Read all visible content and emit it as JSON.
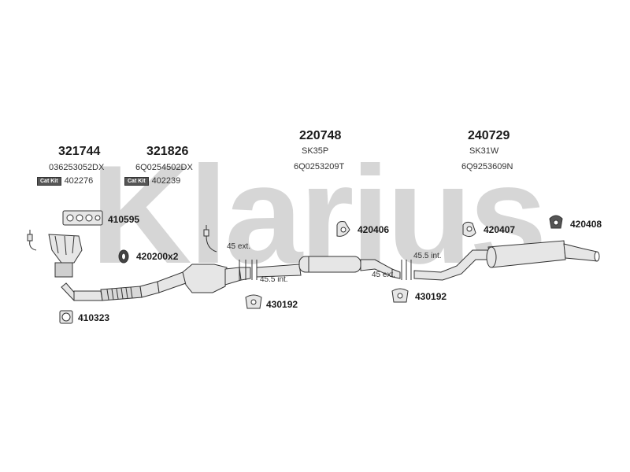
{
  "watermark": {
    "text": "Klarius",
    "color": "#d4d4d4"
  },
  "groups": [
    {
      "id": "g1",
      "number": "321744",
      "sub": "036253052DX",
      "cat_badge": "Cat Kit",
      "cat_no": "402276"
    },
    {
      "id": "g2",
      "number": "321826",
      "sub": "6Q0254502DX",
      "cat_badge": "Cat Kit",
      "cat_no": "402239"
    },
    {
      "id": "g3",
      "number": "220748",
      "sub1": "SK35P",
      "sub2": "6Q0253209T"
    },
    {
      "id": "g4",
      "number": "240729",
      "sub1": "SK31W",
      "sub2": "6Q9253609N"
    }
  ],
  "parts": {
    "p410595": "410595",
    "p420200": "420200x2",
    "p410323": "410323",
    "p420406": "420406",
    "p430192a": "430192",
    "p420407": "420407",
    "p430192b": "430192",
    "p420408": "420408"
  },
  "dimensions": {
    "ext1": "45 ext.",
    "int1": "45.5 int.",
    "int2": "45.5 int.",
    "ext2": "45 ext."
  },
  "colors": {
    "line": "#333333",
    "fill": "#e6e6e6",
    "dark": "#555555"
  }
}
